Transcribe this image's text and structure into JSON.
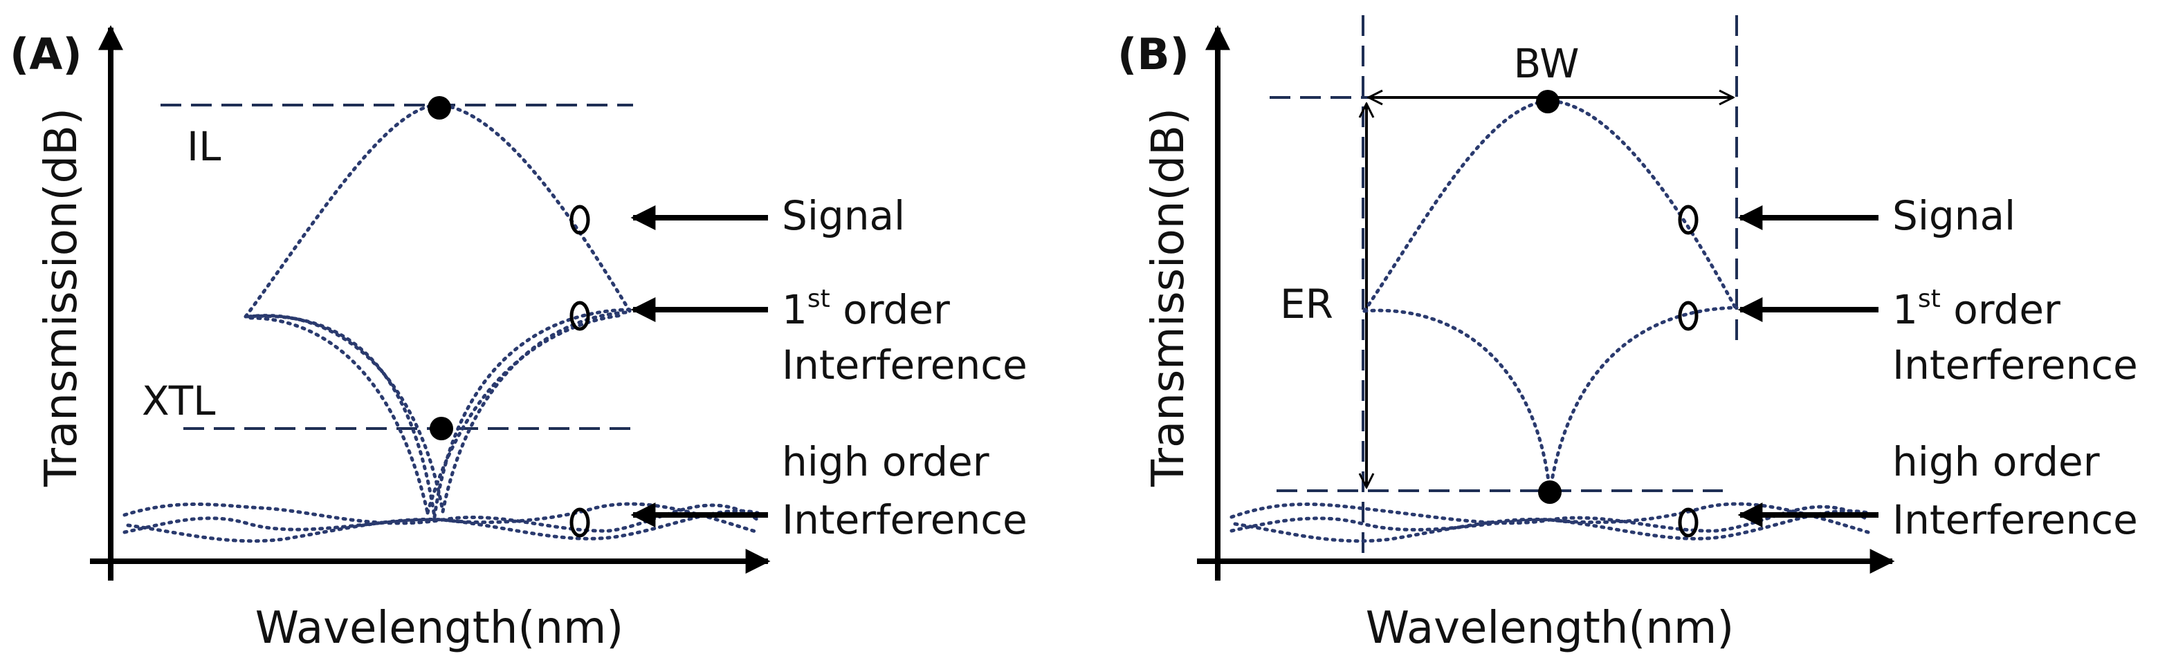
{
  "panels": [
    {
      "label": "(A)",
      "ylabel": "Transmission(dB)",
      "xlabel": "Wavelength(nm)",
      "markers": {
        "il": "IL",
        "xtl": "XTL"
      },
      "legend": {
        "signal": "Signal",
        "first_num": "1",
        "first_sup": "st",
        "first_word": " order",
        "first_line2": "Interference",
        "high_line1": "high order",
        "high_line2": "Interference"
      }
    },
    {
      "label": "(B)",
      "ylabel": "Transmission(dB)",
      "xlabel": "Wavelength(nm)",
      "markers": {
        "bw": "BW",
        "er": "ER"
      },
      "legend": {
        "signal": "Signal",
        "first_num": "1",
        "first_sup": "st",
        "first_word": " order",
        "first_line2": "Interference",
        "high_line1": "high order",
        "high_line2": "Interference"
      }
    }
  ]
}
